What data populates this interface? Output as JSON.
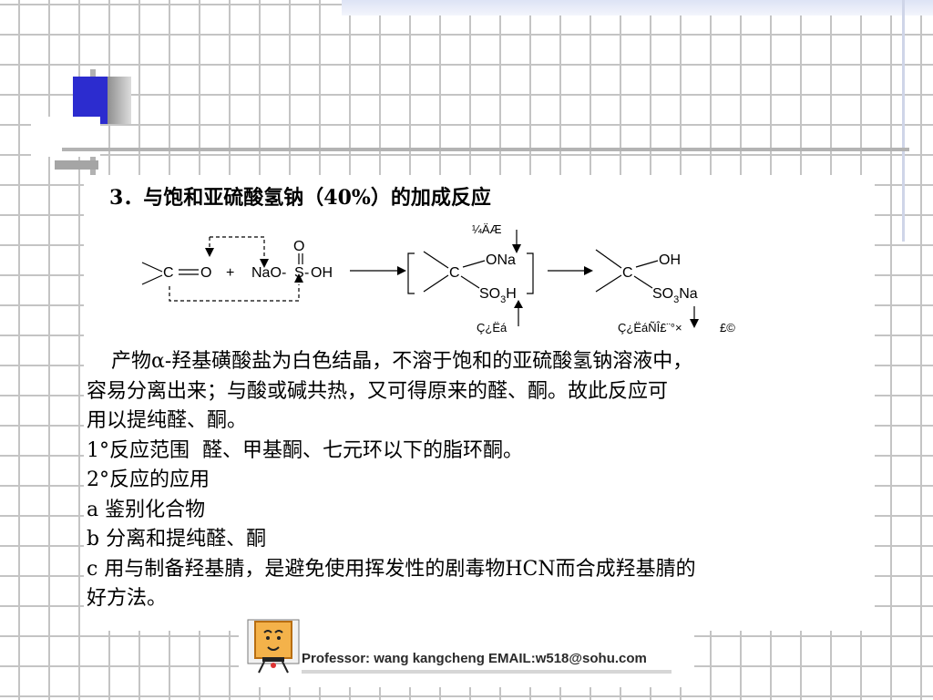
{
  "heading": "3．与饱和亚硫酸氢钠（40%）的加成反应",
  "reaction": {
    "c1": "C",
    "o1": "O",
    "plus": "+",
    "nao": "NaO",
    "dash": "-",
    "s": "S",
    "oh_reagent": "OH",
    "o_top": "O",
    "c_inter": "C",
    "ona": "ONa",
    "so3h_so": "SO",
    "so3h_sub": "3",
    "so3h_h": "H",
    "c_prod": "C",
    "oh_prod": "OH",
    "so3na_so": "SO",
    "so3na_sub": "3",
    "so3na_na": "Na",
    "label_top": "¼ÄÆ",
    "label_acid": "Ç¿Ëá",
    "label_base": "Ç¿ËáÑÎ£¨°×",
    "label_end": "£©"
  },
  "paragraph": {
    "line1": "产物α-羟基磺酸盐为白色结晶，不溶于饱和的亚硫酸氢钠溶液中，",
    "line2": "容易分离出来；与酸或碱共热，又可得原来的醛、酮。故此反应可",
    "line3": "用以提纯醛、酮。"
  },
  "items": {
    "range_label": "1°反应范围",
    "range_value": "醛、甲基酮、七元环以下的脂环酮。",
    "app_label": "2°反应的应用",
    "a": "a  鉴别化合物",
    "b": "b  分离和提纯醛、酮",
    "c_line1": "c  用与制备羟基腈，是避免使用挥发性的剧毒物HCN而合成羟基腈的",
    "c_line2": "好方法。"
  },
  "footer": "Professor: wang kangcheng EMAIL:w518@sohu.com"
}
